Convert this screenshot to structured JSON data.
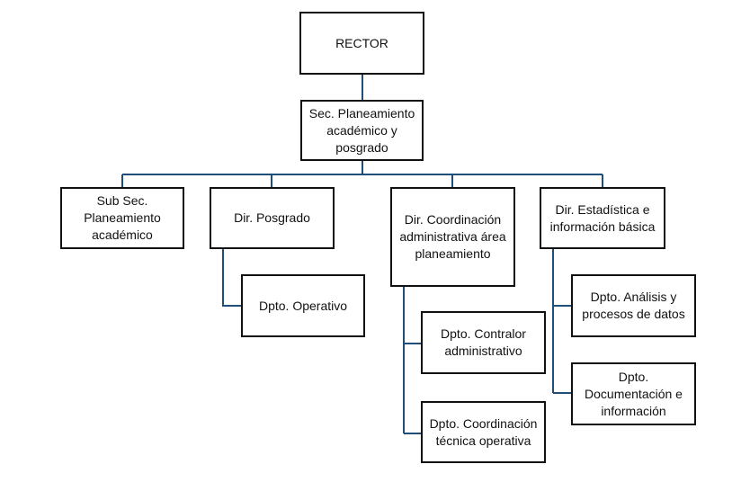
{
  "org_chart": {
    "rector": "RECTOR",
    "sec_planeamiento": "Sec. Planeamiento académico y posgrado",
    "sub_sec": "Sub Sec. Planeamiento académico",
    "dir_posgrado": "Dir. Posgrado",
    "dpto_operativo": "Dpto. Operativo",
    "dir_coordinacion": "Dir. Coordinación administrativa área planeamiento",
    "dpto_contralor": "Dpto. Contralor administrativo",
    "dpto_coord_tecnica": "Dpto. Coordinación técnica operativa",
    "dir_estadistica": "Dir. Estadística e información básica",
    "dpto_analisis": "Dpto. Análisis y procesos de datos",
    "dpto_documentacion": "Dpto. Documentación e información"
  },
  "colors": {
    "connector": "#1f4e79",
    "border": "#111111"
  }
}
